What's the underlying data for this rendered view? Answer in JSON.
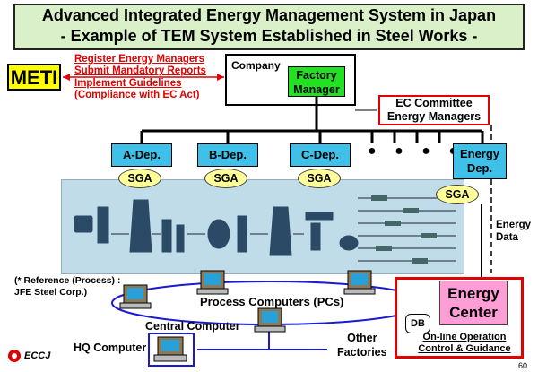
{
  "title": {
    "line1": "Advanced Integrated Energy Management System in Japan",
    "line2": "- Example of TEM System Established in Steel Works -"
  },
  "meti": "METI",
  "regulations": {
    "items": [
      "Register Energy Managers",
      "Submit Mandatory Reports",
      "Implement Guidelines"
    ],
    "note": "(Compliance with EC Act)"
  },
  "company": "Company",
  "factory_manager": [
    "Factory",
    "Manager"
  ],
  "ec_committee": {
    "line1": "EC Committee",
    "line2": "Energy Managers"
  },
  "departments": [
    "A-Dep.",
    "B-Dep.",
    "C-Dep."
  ],
  "energy_dep": [
    "Energy",
    "Dep."
  ],
  "sga": "SGA",
  "ellipsis": "● ● ● ●",
  "energy_data": [
    "Energy",
    "Data"
  ],
  "reference": [
    "(* Reference (Process) :",
    "JFE Steel Corp.)"
  ],
  "process_computers": "Process Computers (PCs)",
  "central_computer": "Central Computer",
  "hq_computer": "HQ Computer",
  "other_factories": [
    "Other",
    "Factories"
  ],
  "energy_center": [
    "Energy",
    "Center"
  ],
  "db": "DB",
  "online": [
    "On-line Operation",
    "Control & Guidance"
  ],
  "footer_logo": "ECCJ",
  "page_number": "60",
  "colors": {
    "title_bg": "#d9f0c8",
    "meti_bg": "#ffff00",
    "factory_manager_bg": "#22e022",
    "dept_bg": "#3fc0e8",
    "sga_bg": "#ffff99",
    "energy_center_bg": "#ff9ed6",
    "alert_red": "#e00000"
  }
}
